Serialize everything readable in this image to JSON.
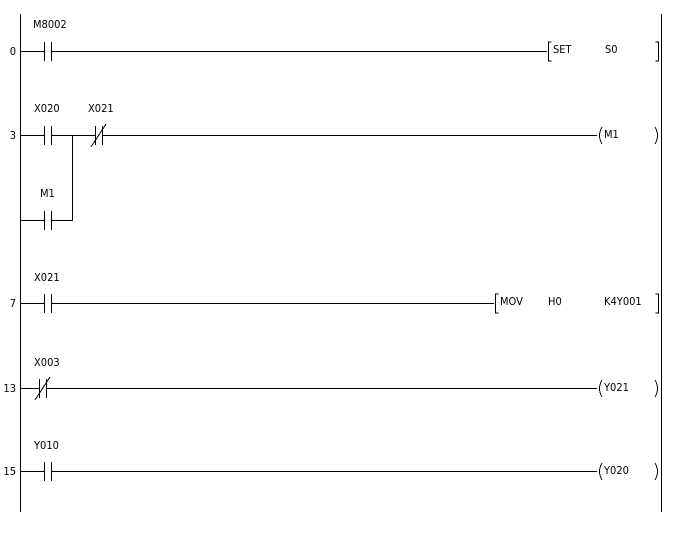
{
  "rungs": [
    {
      "step": "0",
      "contacts": [
        {
          "label": "M8002",
          "type": "NO"
        }
      ],
      "instruction": {
        "kind": "bracket",
        "op": "SET",
        "args": [
          "S0"
        ]
      }
    },
    {
      "step": "3",
      "contacts": [
        {
          "label": "X020",
          "type": "NO"
        },
        {
          "label": "X021",
          "type": "NC"
        }
      ],
      "branch": {
        "label": "M1",
        "type": "NO"
      },
      "instruction": {
        "kind": "coil",
        "op": "M1"
      }
    },
    {
      "step": "7",
      "contacts": [
        {
          "label": "X021",
          "type": "NO"
        }
      ],
      "instruction": {
        "kind": "bracket",
        "op": "MOV",
        "args": [
          "H0",
          "K4Y001"
        ]
      }
    },
    {
      "step": "13",
      "contacts": [
        {
          "label": "X003",
          "type": "NC"
        }
      ],
      "instruction": {
        "kind": "coil",
        "op": "Y021"
      }
    },
    {
      "step": "15",
      "contacts": [
        {
          "label": "Y010",
          "type": "NO"
        }
      ],
      "instruction": {
        "kind": "coil",
        "op": "Y020"
      }
    }
  ]
}
